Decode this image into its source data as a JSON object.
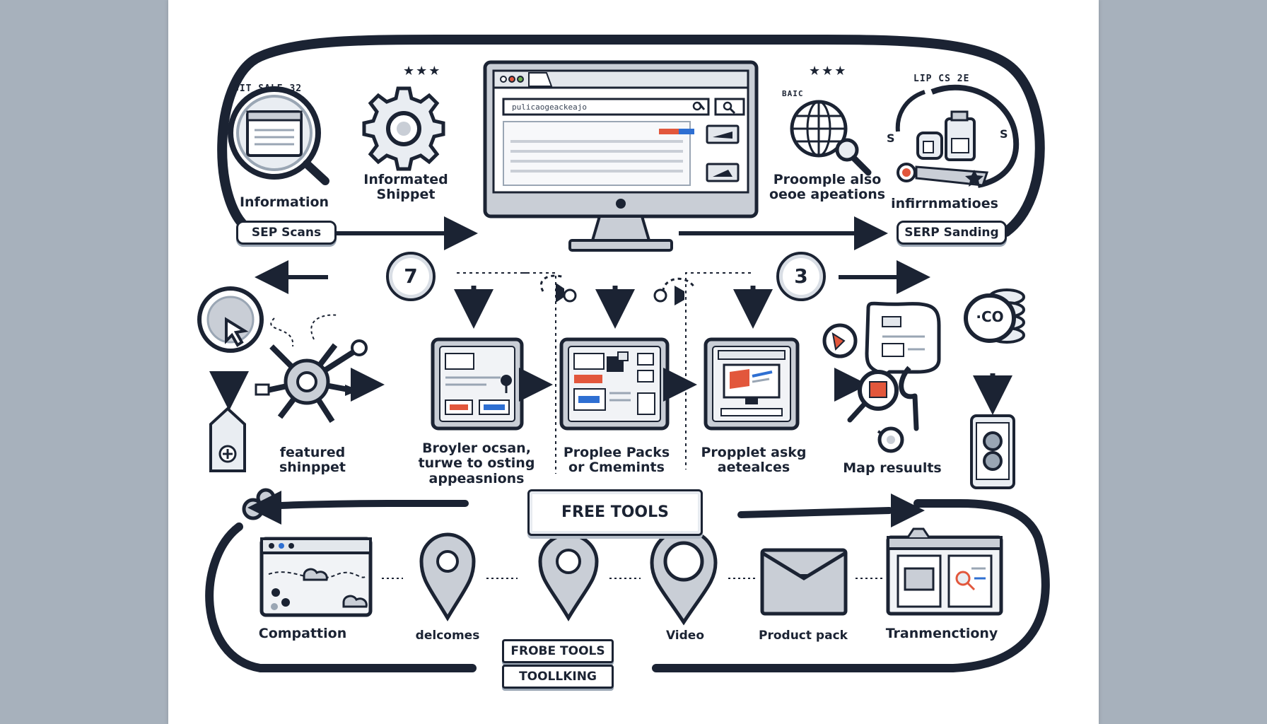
{
  "diagram": {
    "top_section": {
      "corner_left_text": "SIT SALE 32",
      "corner_right_text": "LIP CS 2E",
      "browser_address_text": "pulicaogeackeajo",
      "small_tag_text": "BAIC",
      "badge_left": "SEP Scans",
      "badge_right": "SERP Sanding",
      "side_letter_left": "S",
      "side_letter_right": "S",
      "stars": "★★★",
      "labels": {
        "information": "Information",
        "informated_snippet": "Informated\nShippet",
        "people_also": "Proomple also\noeoe apeations",
        "infirmations": "infirrnmatioes"
      }
    },
    "step_numbers": {
      "left": "7",
      "right": "3"
    },
    "middle_section": {
      "co_text": "·CO",
      "labels": {
        "featured_snippet": "featured\nshinppet",
        "broyler_scan": "Broyler ocsan,\nturwe to osting\nappeasnions",
        "proplee_packs": "Proplee Packs\nor Cmemints",
        "propplet_askg": "Propplet askg\naetealces",
        "map_results": "Map resuults"
      }
    },
    "free_tools_button": "FREE TOOLS",
    "bottom_section": {
      "labels": {
        "compattion": "Compattion",
        "delcomes": "delcomes",
        "video": "Video",
        "product_pack": "Product pack",
        "tranmenctiony": "Tranmenctiony"
      },
      "tag_line1": "FROBE TOOLS",
      "tag_line2": "TOOLLKING"
    },
    "colors": {
      "outline": "#1b2333",
      "grey_fill": "#c9ced6",
      "accent_red": "#e2573c",
      "accent_blue": "#2e6fd2",
      "side_panels": "#a7b1bc"
    }
  }
}
